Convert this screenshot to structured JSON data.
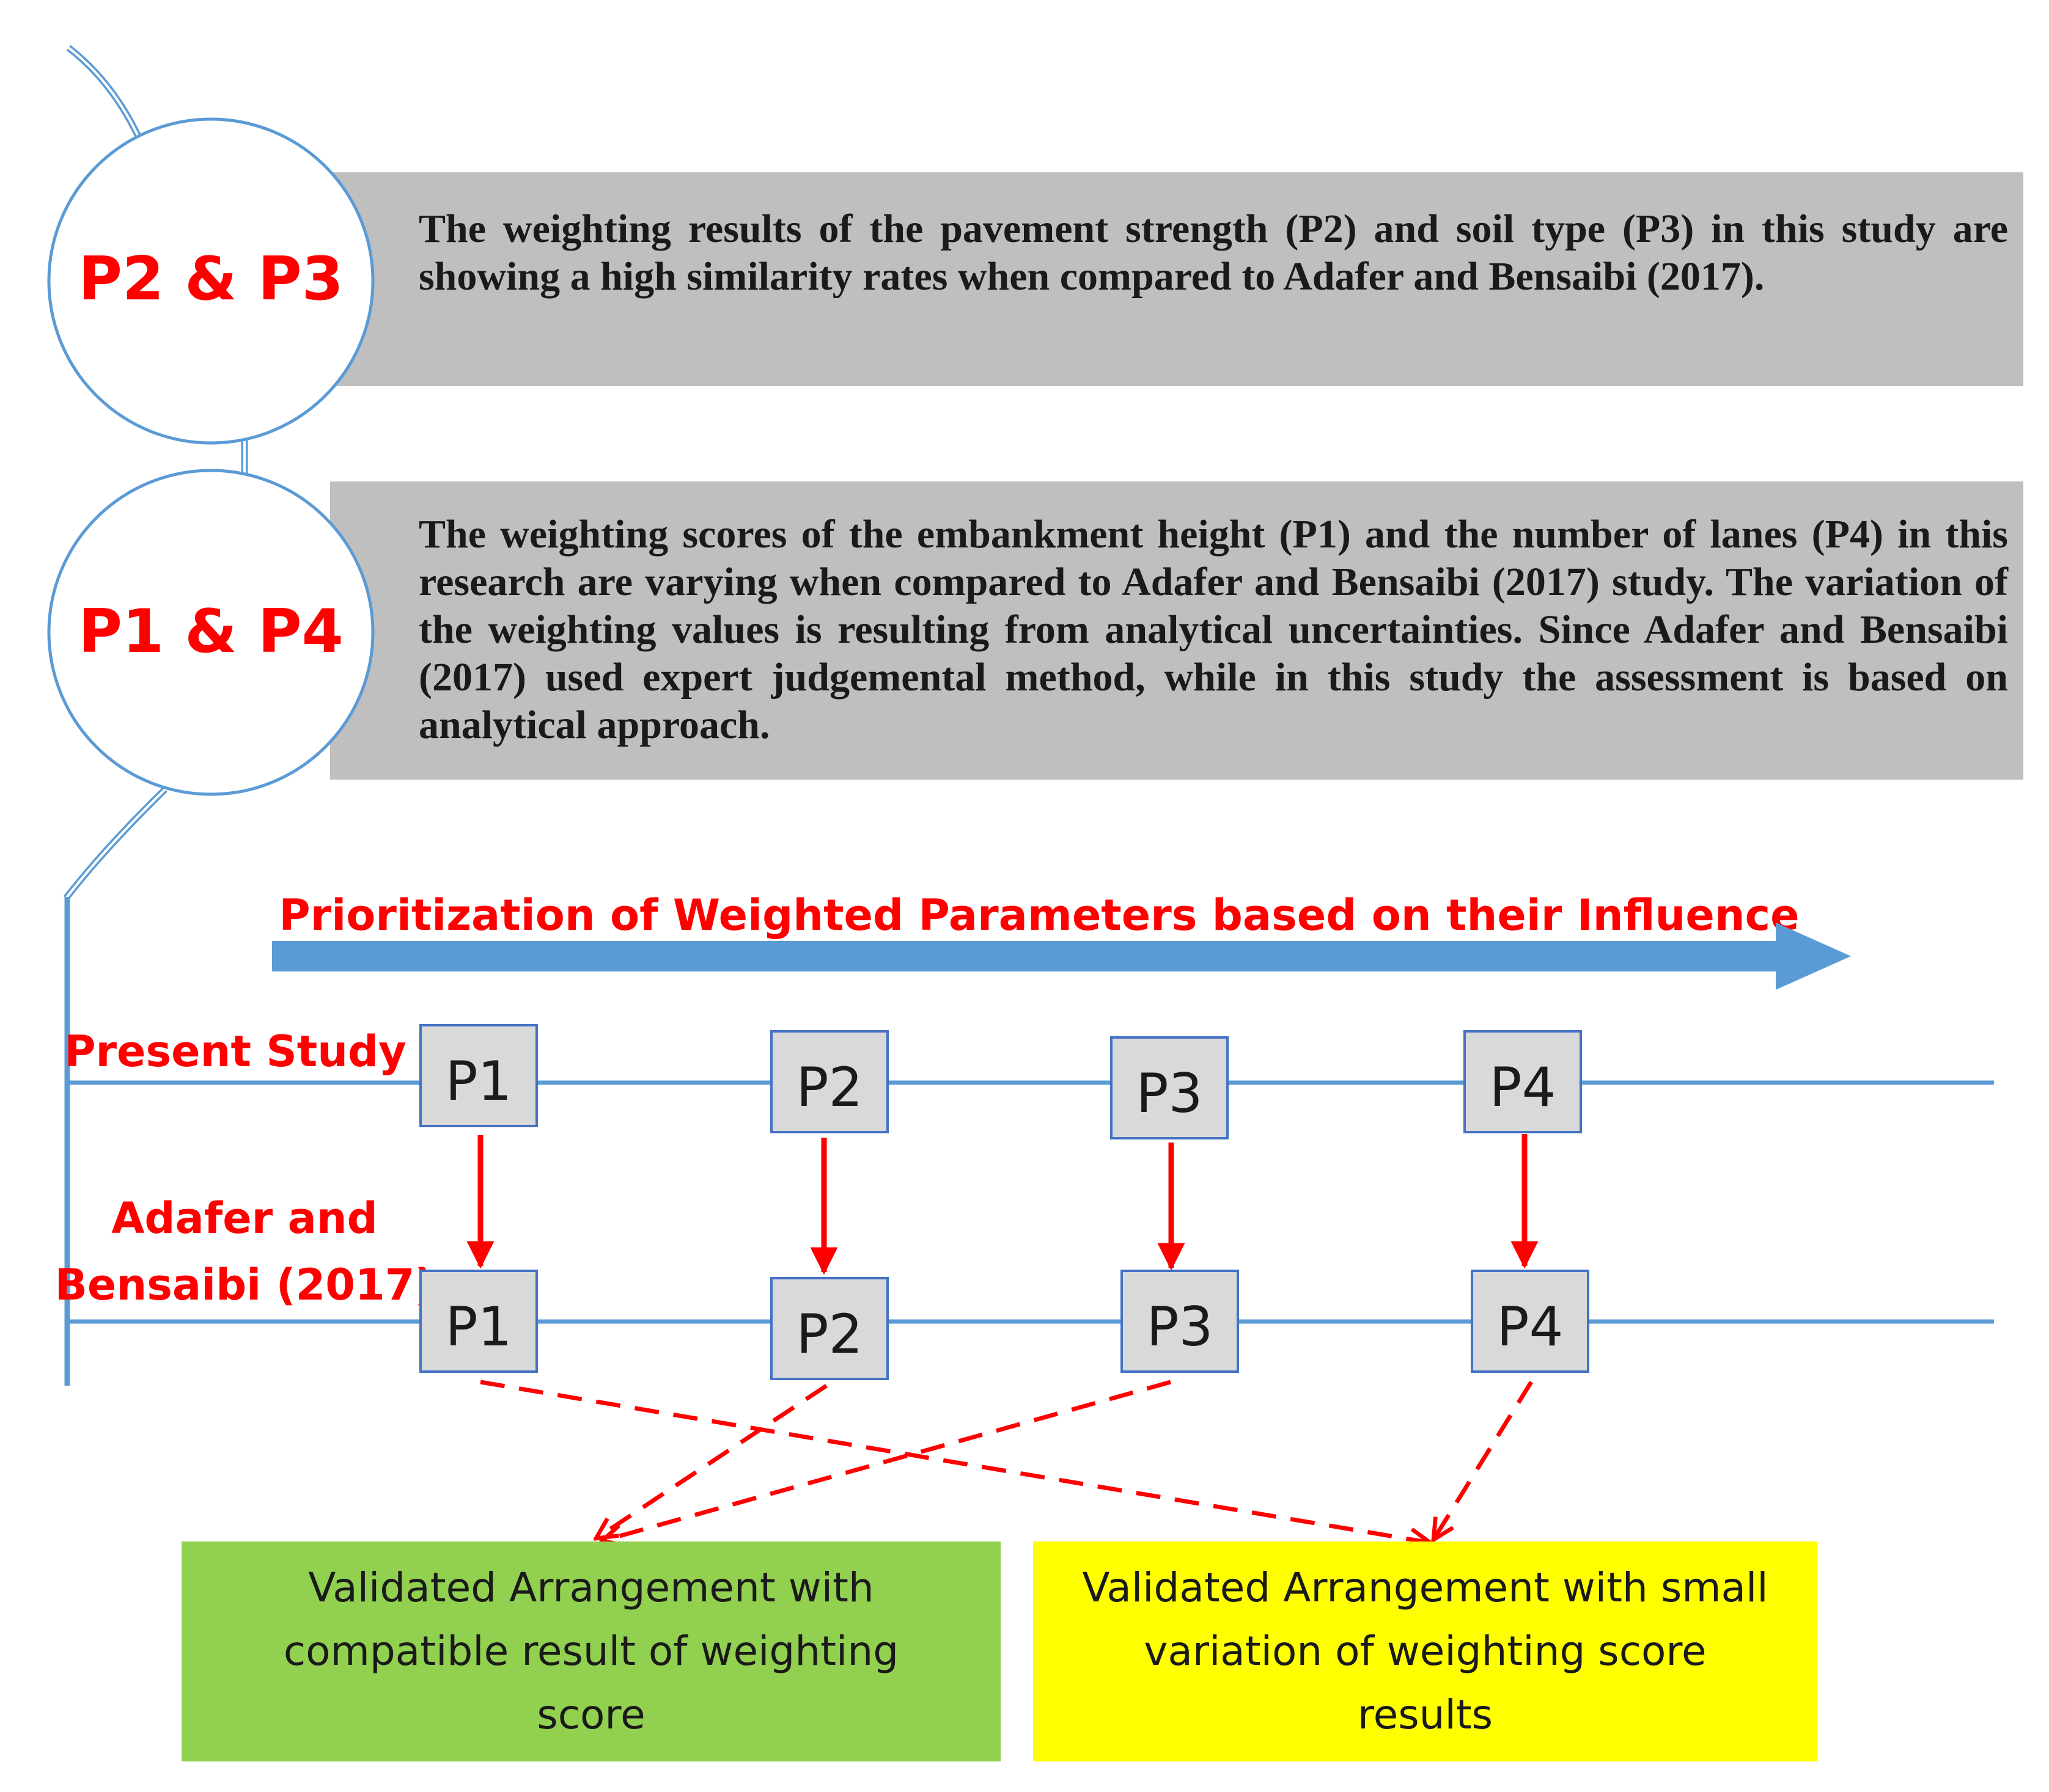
{
  "findings": [
    {
      "badge": "P2 & P3",
      "text": "The weighting results of the pavement strength (P2) and soil type (P3) in this study are showing a high similarity rates when compared to Adafer and Bensaibi (2017)."
    },
    {
      "badge": "P1 & P4",
      "text": "The weighting scores of the embankment height (P1) and the number of lanes (P4) in this research are varying when compared to Adafer and Bensaibi (2017) study. The variation of the weighting values is resulting from analytical uncertainties. Since Adafer and Bensaibi (2017) used expert judgemental method, while in this study the assessment is based on analytical approach."
    }
  ],
  "prioritization": {
    "title": "Prioritization of Weighted Parameters based on their Influence"
  },
  "rows": {
    "present": {
      "label": "Present Study",
      "params": [
        "P1",
        "P2",
        "P3",
        "P4"
      ]
    },
    "adafer": {
      "label_line1": "Adafer and",
      "label_line2": "Bensaibi (2017)",
      "params": [
        "P1",
        "P2",
        "P3",
        "P4"
      ]
    }
  },
  "outcomes": {
    "compatible": "Validated Arrangement with compatible result of weighting score",
    "variation": "Validated Arrangement with small variation of weighting score results"
  },
  "colors": {
    "badge_text": "#ff0000",
    "title_text": "#ff0000",
    "row_label": "#ff0000",
    "arrow_red": "#ff0000",
    "blue_arrow": "#5b9bd5",
    "line_blue": "#5b9bd5",
    "panel_gray": "#bfbfbf",
    "param_box_fill": "#d9d9d9",
    "param_box_border": "#4472c4",
    "green_box": "#92d050",
    "yellow_box": "#ffff00"
  }
}
